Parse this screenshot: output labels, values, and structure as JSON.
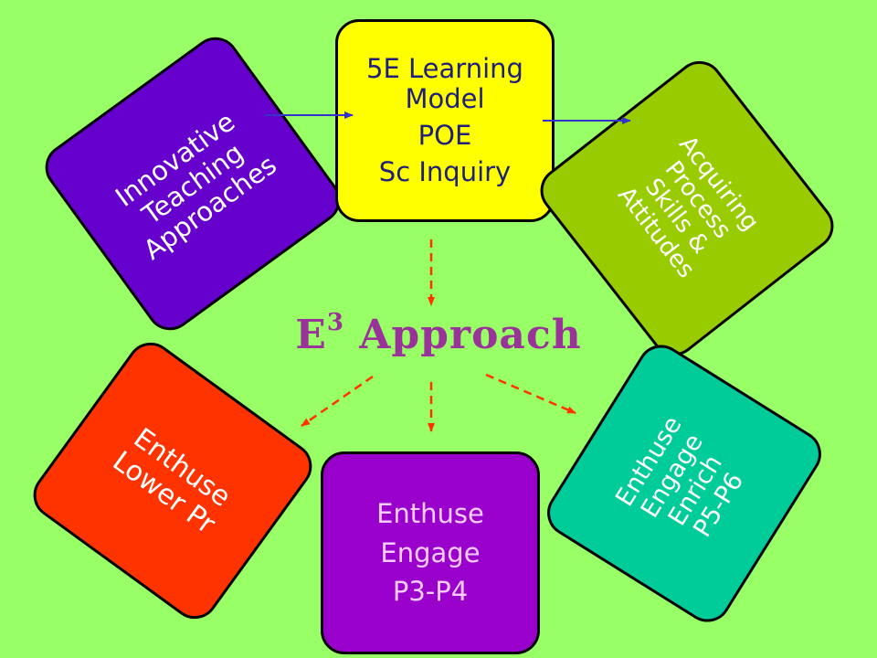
{
  "colors": {
    "background": "#99ff66",
    "innovative": "#6600cc",
    "model": "#ffff00",
    "acquiring": "#99cc00",
    "lower": "#ff3300",
    "middle": "#9900cc",
    "upper": "#00cc99",
    "title": "#993399",
    "blue_arrow": "#3333cc",
    "red_arrow": "#ff3300"
  },
  "boxes": {
    "innovative": {
      "lines": [
        "Innovative",
        "Teaching",
        "Approaches"
      ]
    },
    "model": {
      "lines": [
        "5E Learning",
        "Model",
        "POE",
        "Sc Inquiry"
      ]
    },
    "acquiring": {
      "lines": [
        "Acquiring",
        "Process",
        "Skills &",
        "Attitudes"
      ]
    },
    "lower": {
      "lines": [
        "Enthuse",
        "Lower Pr"
      ]
    },
    "middle": {
      "lines": [
        "Enthuse",
        "Engage",
        "P3-P4"
      ]
    },
    "upper": {
      "lines": [
        "Enthuse",
        "Engage",
        "Enrich",
        "P5-P6"
      ]
    }
  },
  "center": {
    "title_main": "E",
    "title_sup": "3",
    "title_rest": "Approach"
  }
}
